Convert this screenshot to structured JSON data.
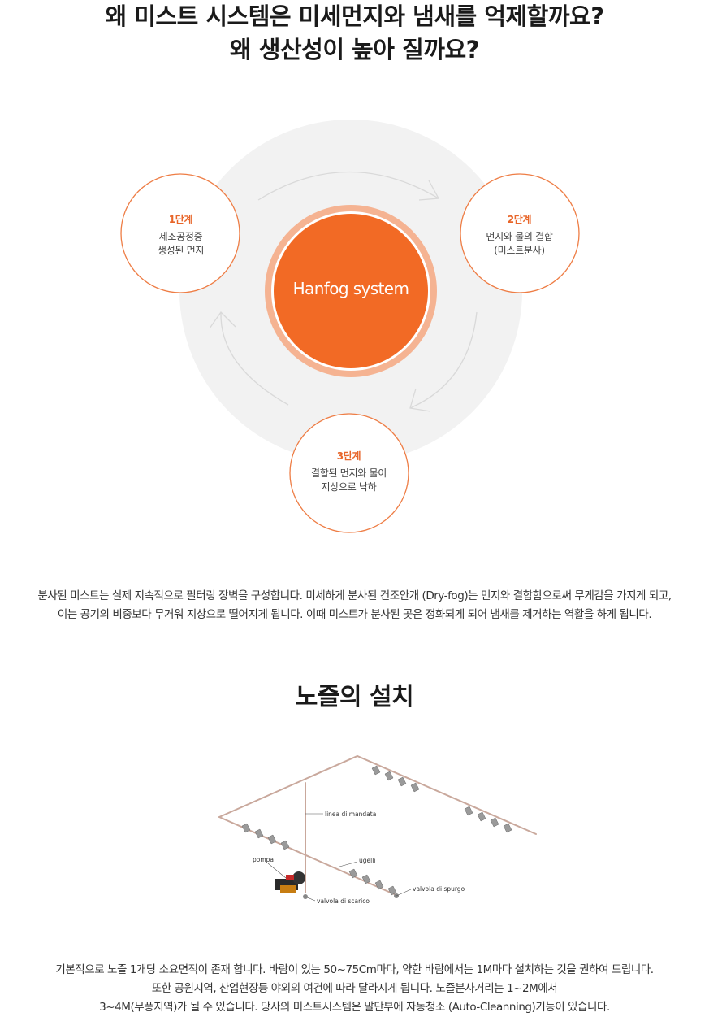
{
  "header": {
    "title_line1": "왜 미스트 시스템은 미세먼지와 냄새를 억제할까요?",
    "title_line2": "왜 생산성이 높아 질까요?"
  },
  "cycle": {
    "center_label": "Hanfog system",
    "stages": [
      {
        "step": "1단계",
        "description": "제조공정중\n생성된 먼지"
      },
      {
        "step": "2단계",
        "description": "먼지와 물의 결합\n(미스트분사)"
      },
      {
        "step": "3단계",
        "description": "결합된 먼지와 물이\n지상으로 낙하"
      }
    ],
    "colors": {
      "accent": "#f26a25",
      "ring": "#f5b392",
      "stage_border": "#ee7d45",
      "backdrop": "#f2f2f2",
      "arrow": "#d9d9d9"
    }
  },
  "description1": {
    "line1": "분사된 미스트는 실제 지속적으로 필터링 장벽을 구성합니다. 미세하게 분사된 건조안개 (Dry-fog)는 먼지와 결합함으로써 무게감을 가지게 되고,",
    "line2": "이는 공기의 비중보다 무거워 지상으로 떨어지게 됩니다. 이때 미스트가 분사된 곳은 정화되게 되어 냄새를 제거하는 역활을 하게 됩니다."
  },
  "installation": {
    "title": "노즐의 설치",
    "labels": {
      "line": "linea di mandata",
      "pump": "pompa",
      "nozzles": "ugelli",
      "drain_valve": "valvola di scarico",
      "purge_valve": "valvola di spurgo"
    }
  },
  "description2": {
    "line1": "기본적으로 노즐 1개당 소요면적이 존재 합니다. 바람이 있는 50~75Cm마다, 약한 바람에서는 1M마다 설치하는 것을 권하여 드립니다.",
    "line2": "또한 공원지역, 산업현장등 야외의 여건에 따라 달라지게 됩니다. 노즐분사거리는 1~2M에서",
    "line3": "3~4M(무풍지역)가 될 수 있습니다. 당사의 미스트시스템은 말단부에 자동청소 (Auto-Cleanning)기능이 있습니다."
  }
}
